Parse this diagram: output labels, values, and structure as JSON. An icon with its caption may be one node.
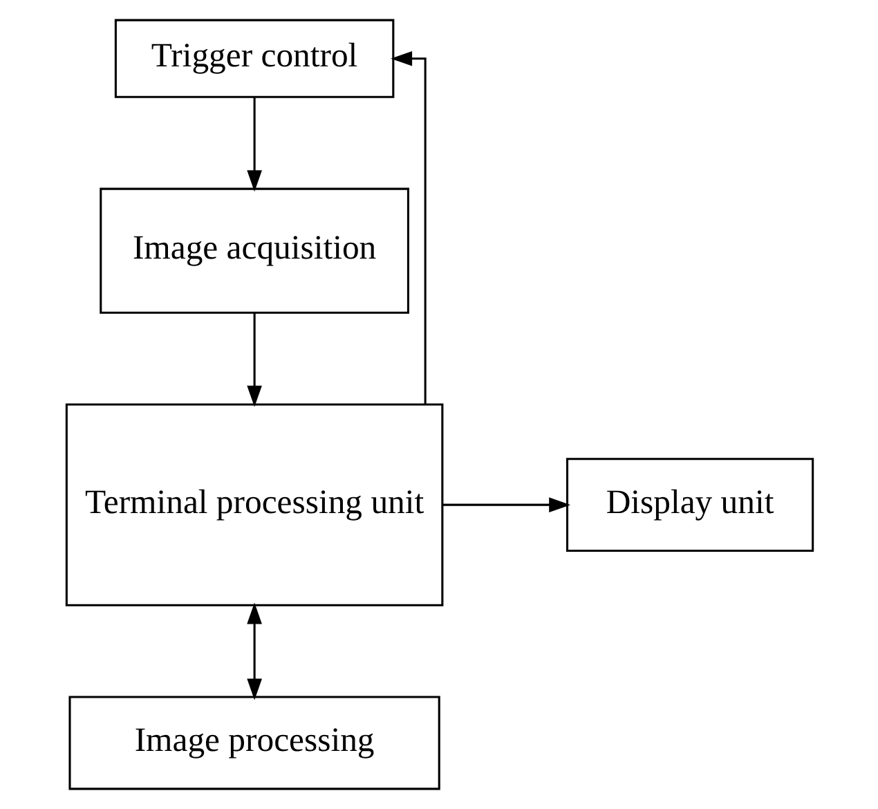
{
  "diagram": {
    "nodes": [
      {
        "text": [
          "Trigger control"
        ]
      },
      {
        "text": [
          "Image acquisition"
        ]
      },
      {
        "text": [
          "Terminal processing unit"
        ]
      },
      {
        "text": [
          "Display unit"
        ]
      },
      {
        "text": [
          "Image processing"
        ]
      }
    ],
    "edges": [
      {
        "from": 0,
        "to": 1,
        "arrow": "to"
      },
      {
        "from": 1,
        "to": 2,
        "arrow": "to"
      },
      {
        "from": 2,
        "to": 0,
        "arrow": "to"
      },
      {
        "from": 2,
        "to": 3,
        "arrow": "to"
      },
      {
        "from": 2,
        "to": 4,
        "arrow": "both"
      }
    ]
  }
}
